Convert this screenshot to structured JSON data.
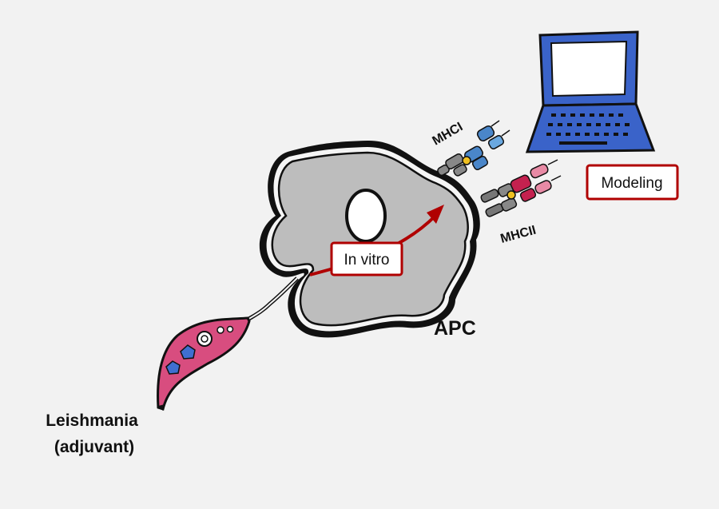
{
  "labels": {
    "in_vitro": "In vitro",
    "modeling": "Modeling",
    "apc": "APC",
    "mhci": "MHCI",
    "mhcii": "MHCII",
    "leishmania_line1": "Leishmania",
    "leishmania_line2": "(adjuvant)"
  },
  "icons": {
    "cell": "apc-cell-icon",
    "computer": "laptop-icon",
    "parasite": "leishmania-parasite-icon"
  },
  "colors": {
    "background": "#f2f2f2",
    "cell_fill": "#bdbdbd",
    "arrow": "#b00000",
    "box_border": "#b00000",
    "laptop_blue": "#3a63c9",
    "mhci_blue": "#4a86c9",
    "mhcii_red": "#c4214f",
    "mhcii_pink": "#e88aa5",
    "parasite_pink": "#d84d7f"
  }
}
